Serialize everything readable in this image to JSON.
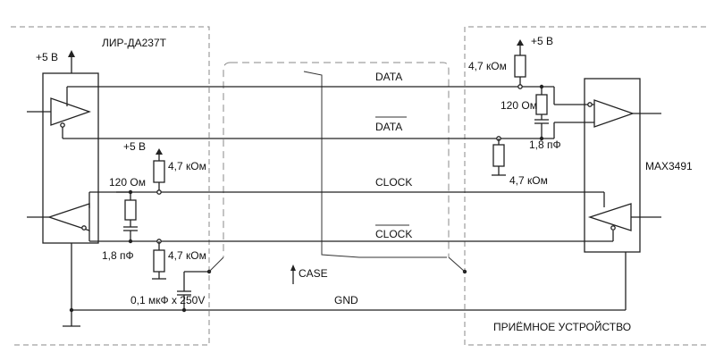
{
  "labels": {
    "transmitter": "ЛИР-ДА237Т",
    "receiver_chip": "MAX3491",
    "receiver_device": "ПРИЁМНОЕ УСТРОЙСТВО",
    "plus5v_left": "+5 В",
    "plus5v_mid": "+5 В",
    "plus5v_right": "+5 В",
    "r_pullup_right": "4,7 кОм",
    "r_term_right": "120 Ом",
    "c_right": "1,8 пФ",
    "r_pulldown_right": "4,7 кОм",
    "r_pullup_left": "4,7 кОм",
    "r_term_left": "120 Ом",
    "c_left": "1,8 пФ",
    "r_pulldown_left": "4,7 кОм",
    "data": "DATA",
    "data_inv": "DATA",
    "clock": "CLOCK",
    "clock_inv": "CLOCK",
    "case": "CASE",
    "gnd": "GND",
    "cap_case": "0,1 мкФ х 250V"
  }
}
